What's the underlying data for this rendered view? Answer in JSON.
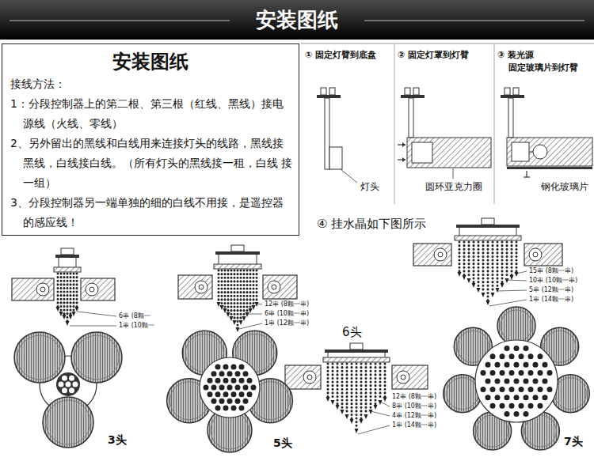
{
  "diagram": {
    "title": "安装图纸",
    "nodes": [
      {
        "text": [
          "安装图纸",
          "接线方法：",
          "1：分段控制器上的第二根、第三根（红线、黑线）接电 源线（火线、零线）",
          "2、另外留出的黑线和白线用来连接灯头的线路，黑线接 黑线，白线接白线。（所有灯头的黑线接一租，白线 接一组）",
          "3、分段控制器另一端单独的细的白线不用接，是遥控器 的感应线！"
        ]
      },
      {
        "text": [
          "① 固定灯臂到底盘"
        ]
      },
      {
        "text": [
          "② 固定灯罩到灯臂"
        ]
      },
      {
        "text": [
          "③ 装光源 固定玻璃片到灯臂"
        ]
      }
    ],
    "labels": [
      "灯头",
      "圆环亚克力圈",
      "钢化玻璃片",
      "④ 挂水晶如下图所示",
      "6串 (8颗一",
      "1串 (10颗一",
      "3头",
      "12串 (8颗一串)",
      "6串 (10颗一串)",
      "1串 (12颗一串)",
      "5头",
      "6头",
      "12串 (8颗一串)",
      "8串 (10颗一串)",
      "4串 (12颗一串)",
      "1串 (14颗一串)",
      "15串 (8颗一串)",
      "10串 (10颗一串)",
      "5串 (12颗一串)",
      "1串 (14颗一串)",
      "7头"
    ]
  }
}
